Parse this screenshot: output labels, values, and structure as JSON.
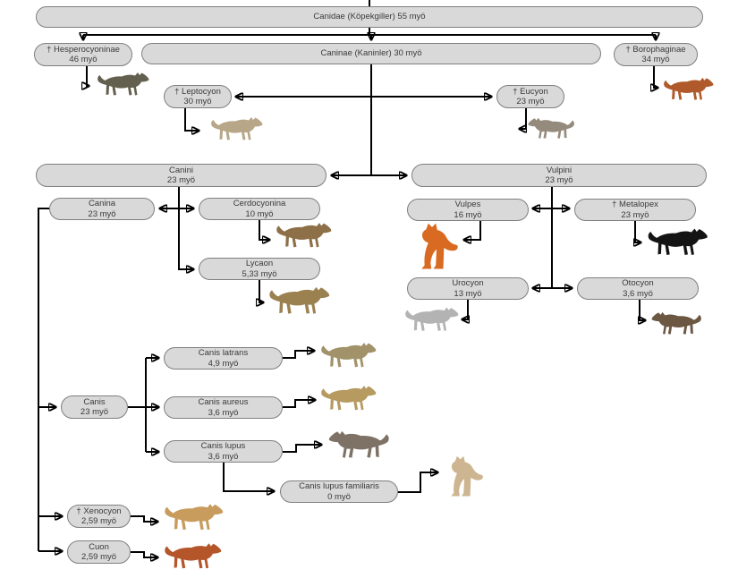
{
  "diagram": {
    "kind": "phylogenetic-tree",
    "subject": "Canidae family tree (Turkish labels)",
    "colors": {
      "node_fill": "#d9d9d9",
      "node_border": "#7f7f7f",
      "connector": "#000000",
      "text": "#3a3a3a",
      "background": "#ffffff"
    }
  },
  "nodes": {
    "canidae": {
      "label": "Canidae (Köpekgiller) 55 myö"
    },
    "hesperocyoninae": {
      "name": "† Hesperocyoninae",
      "age": "46 myö"
    },
    "caninae": {
      "label": "Caninae (Kaninler) 30 myö"
    },
    "borophaginae": {
      "name": "† Borophaginae",
      "age": "34 myö"
    },
    "leptocyon": {
      "name": "† Leptocyon",
      "age": "30 myö"
    },
    "eucyon": {
      "name": "† Eucyon",
      "age": "23 myö"
    },
    "canini": {
      "name": "Canini",
      "age": "23 myö"
    },
    "vulpini": {
      "name": "Vulpini",
      "age": "23 myö"
    },
    "canina": {
      "name": "Canina",
      "age": "23 myö"
    },
    "cerdocyonina": {
      "name": "Cerdocyonina",
      "age": "10 myö"
    },
    "lycaon": {
      "name": "Lycaon",
      "age": "5,33 myö"
    },
    "vulpes": {
      "name": "Vulpes",
      "age": "16 myö"
    },
    "metalopex": {
      "name": "† Metalopex",
      "age": "23 myö"
    },
    "urocyon": {
      "name": "Urocyon",
      "age": "13 myö"
    },
    "otocyon": {
      "name": "Otocyon",
      "age": "3,6 myö"
    },
    "canis": {
      "name": "Canis",
      "age": "23 myö"
    },
    "canis_latrans": {
      "name": "Canis latrans",
      "age": "4,9 myö"
    },
    "canis_aureus": {
      "name": "Canis aureus",
      "age": "3,6 myö"
    },
    "canis_lupus": {
      "name": "Canis lupus",
      "age": "3,6 myö"
    },
    "canis_lupus_familiaris": {
      "name": "Canis lupus familiaris",
      "age": "0 myö"
    },
    "xenocyon": {
      "name": "† Xenocyon",
      "age": "2,59 myö"
    },
    "cuon": {
      "name": "Cuon",
      "age": "2,59 myö"
    }
  },
  "animals": {
    "hesperocyon": {
      "icon": "hesperocyon-animal-image",
      "color": "#63604f"
    },
    "borophagine": {
      "icon": "borophagine-animal-image",
      "color": "#b05a2b"
    },
    "leptocyon": {
      "icon": "leptocyon-animal-image",
      "color": "#b7a687"
    },
    "eucyon": {
      "icon": "eucyon-animal-image",
      "color": "#958b7d"
    },
    "cerdocyonina": {
      "icon": "cerdocyonina-fox-image",
      "color": "#8d6f48"
    },
    "lycaon": {
      "icon": "african-wild-dog-image",
      "color": "#9b8050"
    },
    "vulpes": {
      "icon": "red-fox-image",
      "color": "#d96a22"
    },
    "metalopex": {
      "icon": "metalopex-silhouette-image",
      "color": "#141414"
    },
    "urocyon": {
      "icon": "gray-fox-image",
      "color": "#b3b3b3"
    },
    "otocyon": {
      "icon": "bat-eared-fox-image",
      "color": "#6b5742"
    },
    "canis_latrans": {
      "icon": "coyote-image",
      "color": "#a29269"
    },
    "canis_aureus": {
      "icon": "golden-jackal-image",
      "color": "#b69a60"
    },
    "canis_lupus": {
      "icon": "gray-wolf-image",
      "color": "#7d7265"
    },
    "familiaris": {
      "icon": "domestic-dog-image",
      "color": "#cdb591"
    },
    "xenocyon": {
      "icon": "xenocyon-animal-image",
      "color": "#c79c5c"
    },
    "cuon": {
      "icon": "dhole-image",
      "color": "#b4552a"
    }
  }
}
